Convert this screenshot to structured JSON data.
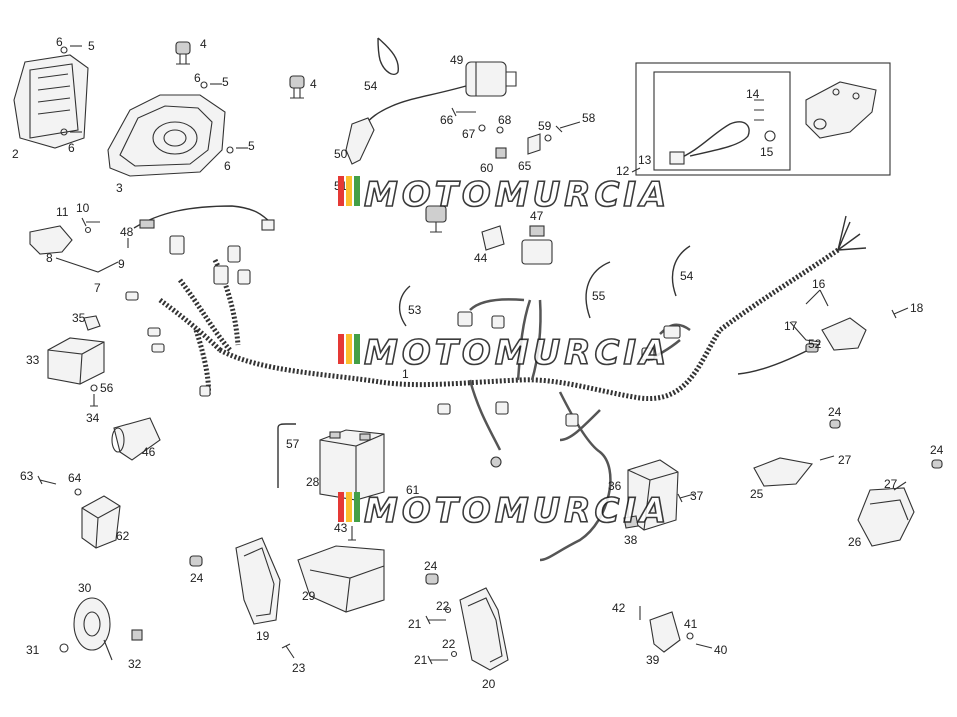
{
  "diagram": {
    "labels": [
      "1",
      "2",
      "3",
      "4",
      "4",
      "5",
      "5",
      "5",
      "6",
      "6",
      "6",
      "6",
      "7",
      "8",
      "9",
      "10",
      "11",
      "12",
      "13",
      "14",
      "15",
      "16",
      "17",
      "18",
      "19",
      "20",
      "21",
      "21",
      "22",
      "22",
      "23",
      "24",
      "24",
      "24",
      "24",
      "25",
      "26",
      "27",
      "27",
      "28",
      "29",
      "30",
      "31",
      "32",
      "33",
      "34",
      "35",
      "36",
      "37",
      "38",
      "39",
      "40",
      "41",
      "42",
      "46",
      "47",
      "48",
      "44",
      "49",
      "50",
      "51",
      "52",
      "53",
      "54",
      "54",
      "55",
      "56",
      "57",
      "58",
      "59",
      "60",
      "61",
      "62",
      "63",
      "64",
      "65",
      "66",
      "67",
      "68",
      "43"
    ],
    "watermark": "MOTOMURCIA",
    "colors": {
      "line": "#333333",
      "part_fill": "#f3f3f3",
      "stripe_red": "#e53935",
      "stripe_yellow": "#fbc02d",
      "stripe_green": "#43a047"
    }
  }
}
